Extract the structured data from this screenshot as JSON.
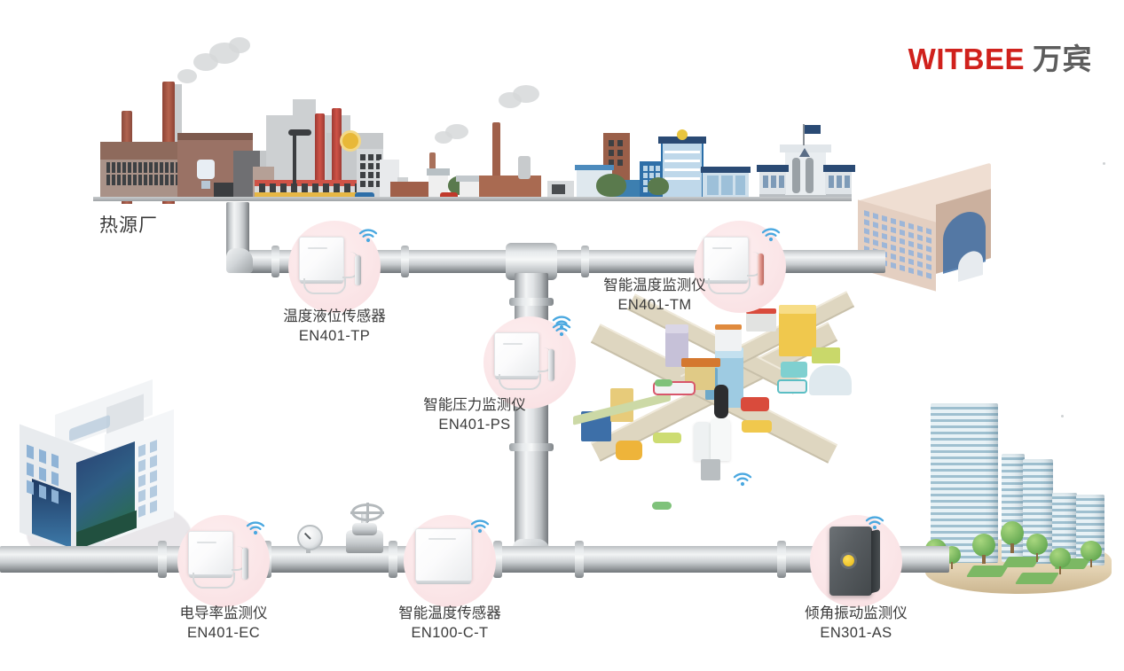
{
  "brand": {
    "en": "WITBEE",
    "cn": "万宾"
  },
  "scene": {
    "plant_label": "热源厂"
  },
  "devices": [
    {
      "id": "en401-tp",
      "name": "温度液位传感器",
      "code": "EN401-TP",
      "kind": "white-box-probe",
      "wifi": true
    },
    {
      "id": "en401-tm",
      "name": "智能温度监测仪",
      "code": "EN401-TM",
      "kind": "white-box-probe",
      "wifi": true
    },
    {
      "id": "en401-ps",
      "name": "智能压力监测仪",
      "code": "EN401-PS",
      "kind": "white-box-probe",
      "wifi": true
    },
    {
      "id": "en401-ec",
      "name": "电导率监测仪",
      "code": "EN401-EC",
      "kind": "white-box-probe",
      "wifi": true
    },
    {
      "id": "en100-c-t",
      "name": "智能温度传感器",
      "code": "EN100-C-T",
      "kind": "white-box",
      "wifi": true
    },
    {
      "id": "en301-as",
      "name": "倾角振动监测仪",
      "code": "EN301-AS",
      "kind": "dark-box",
      "wifi": true
    }
  ],
  "colors": {
    "brand_red": "#d0211c",
    "brand_gray": "#5d5d5d",
    "bubble_pink": "#fbe6e8",
    "pipe_light": "#f2f4f5",
    "pipe_dark": "#71767a",
    "label_text": "#3b3b3b",
    "background": "#ffffff"
  }
}
